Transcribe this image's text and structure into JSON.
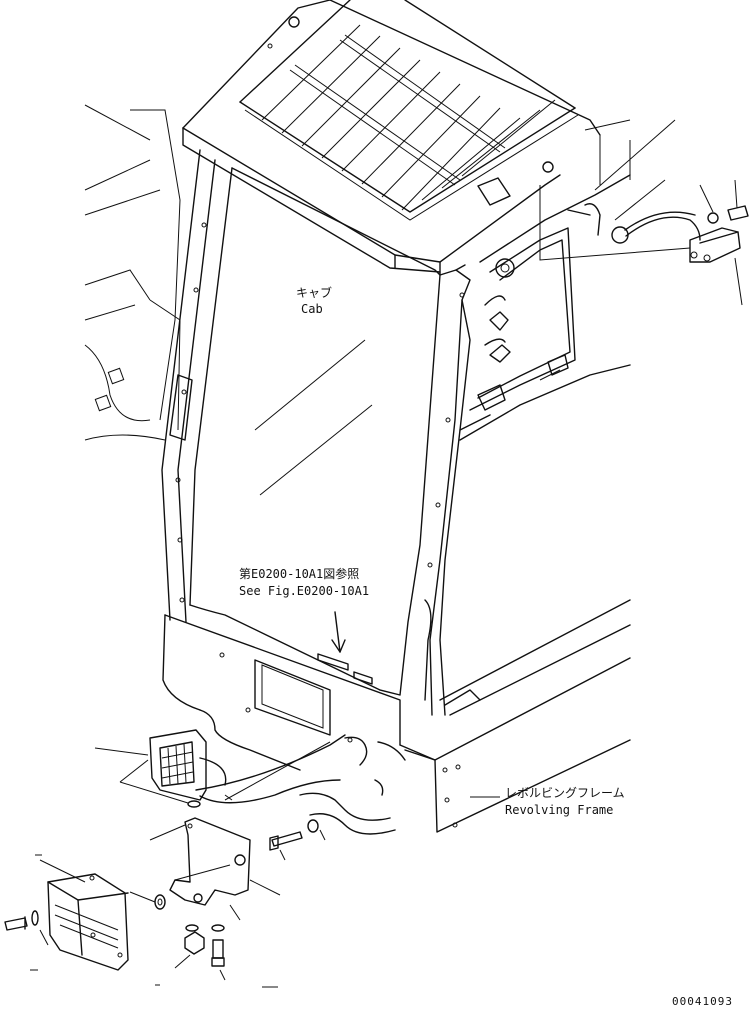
{
  "labels": {
    "cab_jp": "キャブ",
    "cab_en": "Cab",
    "ref_jp": "第E0200-10A1図参照",
    "ref_en": "See Fig.E0200-10A1",
    "frame_jp": "レボルビングフレーム",
    "frame_en": "Revolving Frame",
    "drawing_number": "00041093"
  },
  "parts": {
    "rear_work_lamp": "work-lamp",
    "lamp_guard": "lamp-guard",
    "lamp_bracket": "lamp-bracket",
    "cab_side_lamp": "side-lamp"
  }
}
